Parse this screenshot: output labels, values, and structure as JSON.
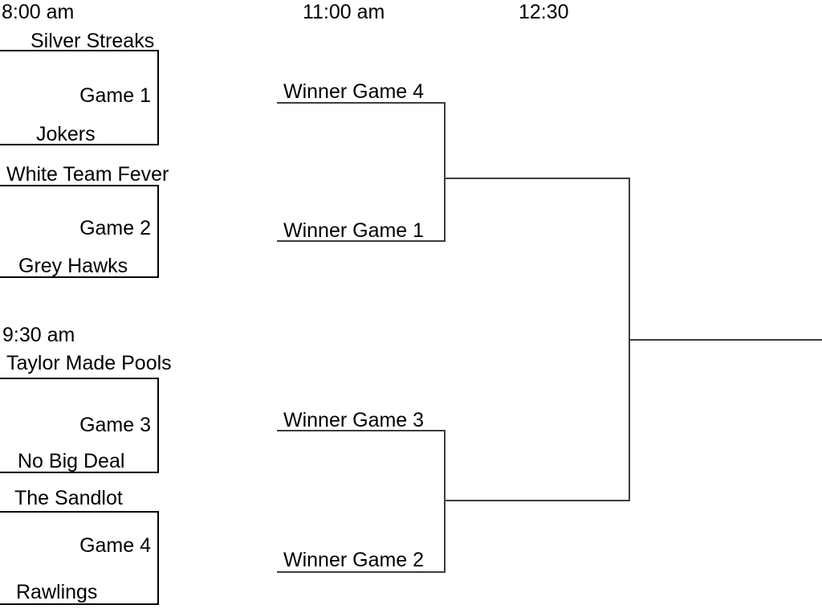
{
  "schedule": {
    "round1_early_time": "8:00 am",
    "round1_late_time": "9:30 am",
    "semifinal_time": "11:00 am",
    "final_time": "12:30"
  },
  "round1_games": [
    {
      "label": "Game 1",
      "top_team": "Silver Streaks",
      "bottom_team": "Jokers"
    },
    {
      "label": "Game 2",
      "top_team": "White Team Fever",
      "bottom_team": "Grey Hawks"
    },
    {
      "label": "Game 3",
      "top_team": "Taylor Made Pools",
      "bottom_team": "No Big Deal"
    },
    {
      "label": "Game 4",
      "top_team": "The Sandlot",
      "bottom_team": "Rawlings"
    }
  ],
  "semifinal_slots": [
    {
      "label": "Winner Game 4"
    },
    {
      "label": "Winner Game 1"
    },
    {
      "label": "Winner Game 3"
    },
    {
      "label": "Winner Game 2"
    }
  ],
  "colors": {
    "background": "#ffffff",
    "text": "#000000",
    "box_lines": "#000000",
    "connector_lines": "#3d3d3d"
  }
}
